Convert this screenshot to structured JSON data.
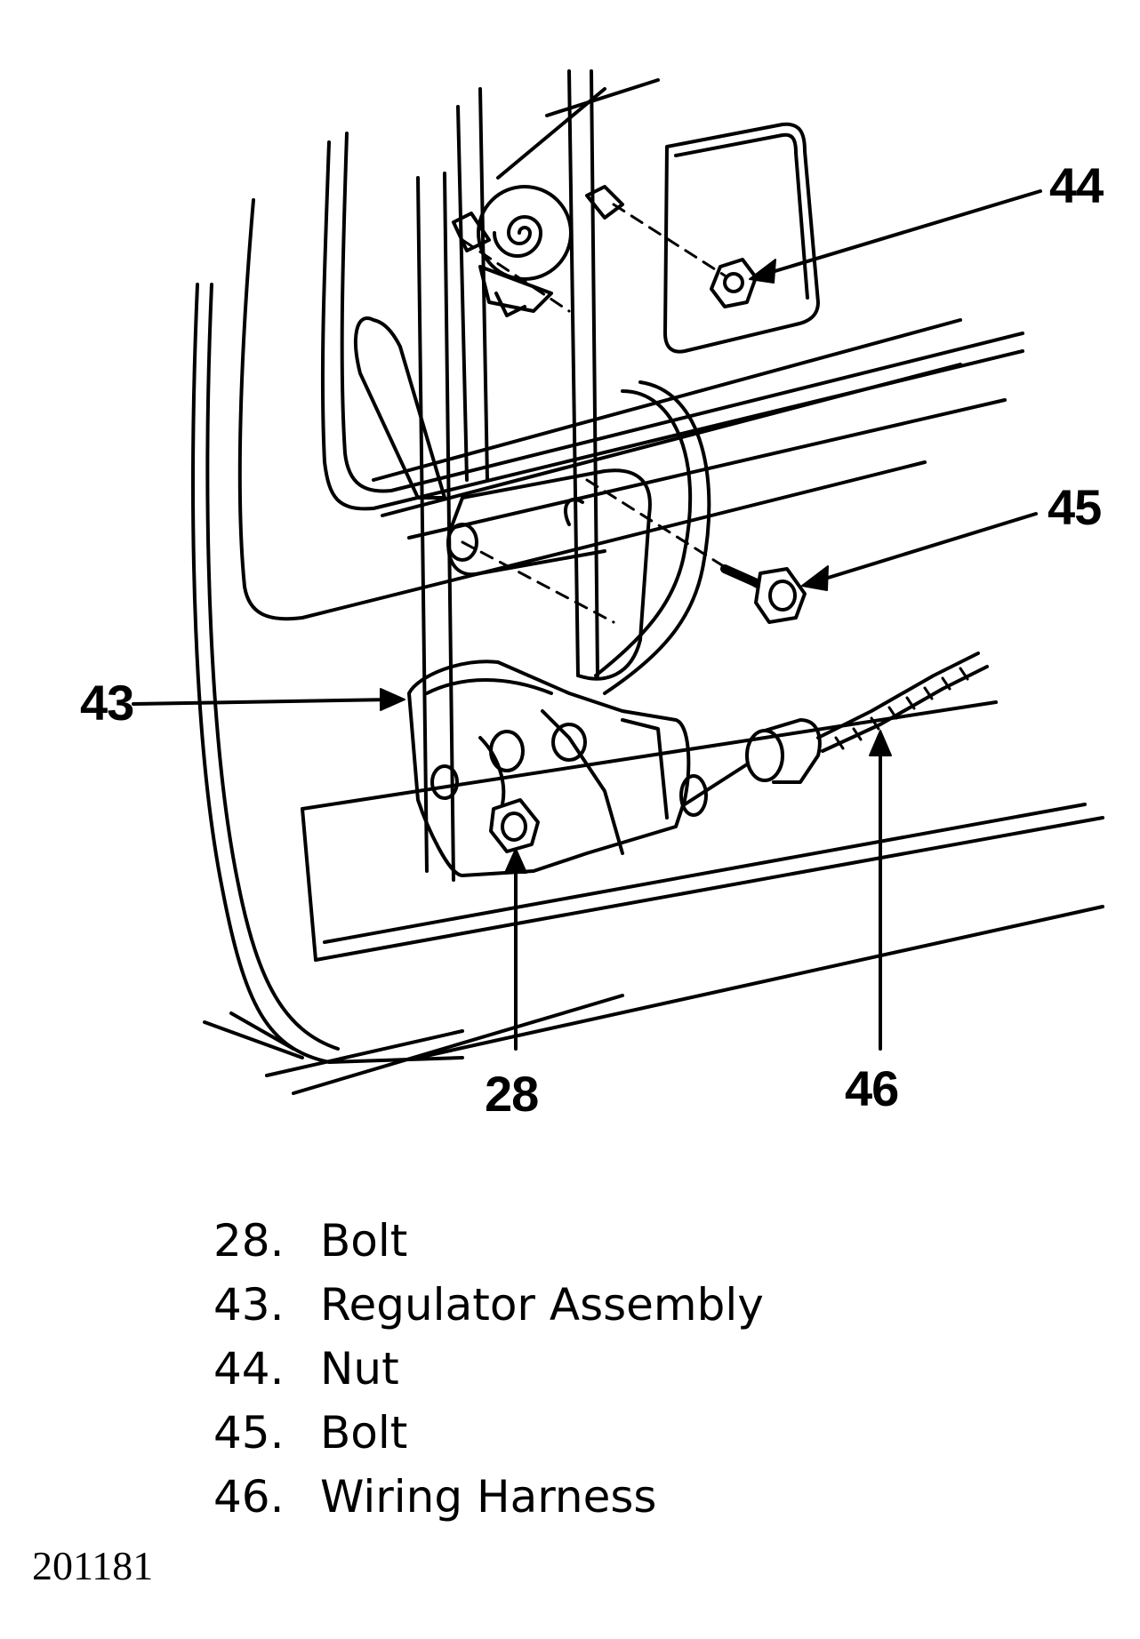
{
  "callouts": {
    "c28": "28",
    "c43": "43",
    "c44": "44",
    "c45": "45",
    "c46": "46"
  },
  "legend": [
    {
      "number": "28.",
      "label": "Bolt"
    },
    {
      "number": "43.",
      "label": "Regulator Assembly"
    },
    {
      "number": "44.",
      "label": "Nut"
    },
    {
      "number": "45.",
      "label": "Bolt"
    },
    {
      "number": "46.",
      "label": "Wiring Harness"
    }
  ],
  "figure_id": "201181"
}
